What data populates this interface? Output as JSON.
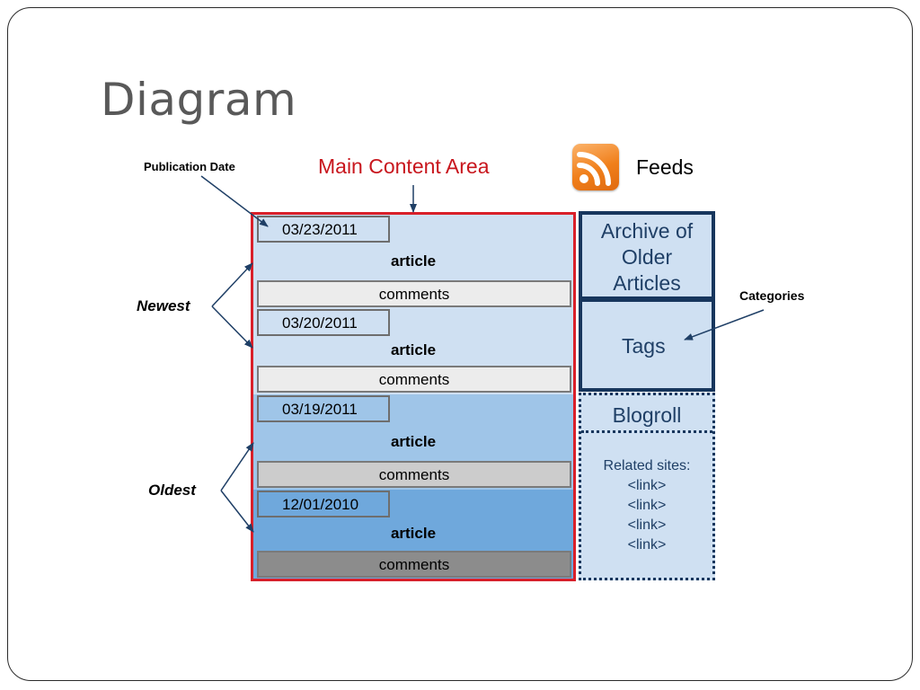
{
  "slide": {
    "title": "Diagram"
  },
  "labels": {
    "publication_date": "Publication Date",
    "main_content_area": "Main Content Area",
    "newest": "Newest",
    "oldest": "Oldest",
    "categories": "Categories",
    "feeds": "Feeds"
  },
  "entries": [
    {
      "date": "03/23/2011",
      "article": "article",
      "comments": "comments",
      "shade": "#cfe0f2",
      "comments_fill": "#ececec"
    },
    {
      "date": "03/20/2011",
      "article": "article",
      "comments": "comments",
      "shade": "#cfe0f2",
      "comments_fill": "#ececec"
    },
    {
      "date": "03/19/2011",
      "article": "article",
      "comments": "comments",
      "shade": "#9fc5e8",
      "comments_fill": "#cccccc"
    },
    {
      "date": "12/01/2010",
      "article": "article",
      "comments": "comments",
      "shade": "#6fa8dc",
      "comments_fill": "#8c8c8c"
    }
  ],
  "sidebar": {
    "archive_lines": [
      "Archive of",
      "Older",
      "Articles"
    ],
    "tags": "Tags",
    "blogroll_title": "Blogroll",
    "related_sites": "Related sites:",
    "links": [
      "<link>",
      "<link>",
      "<link>",
      "<link>"
    ]
  },
  "colors": {
    "main_border": "#d9202a",
    "sidebar_border": "#17365d",
    "rss_orange": "#f07f1b"
  },
  "icons": {
    "feeds": "rss-icon"
  }
}
